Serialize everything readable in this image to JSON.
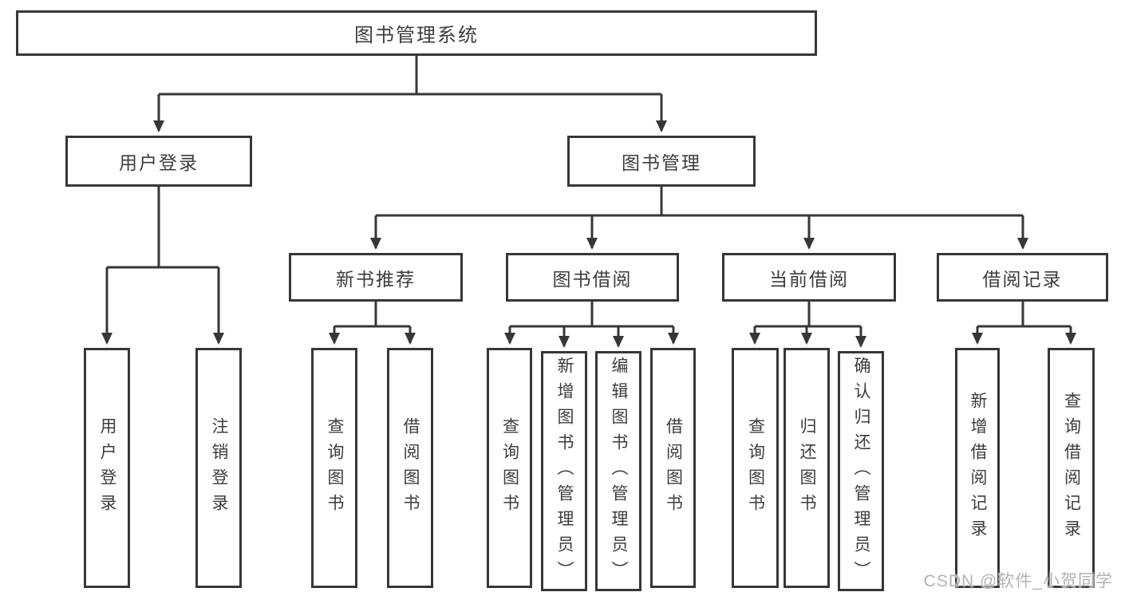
{
  "diagram": {
    "root": {
      "label": "图书管理系统"
    },
    "branches": [
      {
        "label": "用户登录",
        "leaves": [
          "用户登录",
          "注销登录"
        ]
      },
      {
        "label": "图书管理",
        "groups": [
          {
            "label": "新书推荐",
            "leaves": [
              "查询图书",
              "借阅图书"
            ]
          },
          {
            "label": "图书借阅",
            "leaves": [
              "查询图书",
              "新增图书（管理员）",
              "编辑图书（管理员）",
              "借阅图书"
            ]
          },
          {
            "label": "当前借阅",
            "leaves": [
              "查询图书",
              "归还图书",
              "确认归还（管理员）"
            ]
          },
          {
            "label": "借阅记录",
            "leaves": [
              "新增借阅记录",
              "查询借阅记录"
            ]
          }
        ]
      }
    ]
  },
  "watermark": {
    "text": "CSDN @软件_小贺同学"
  },
  "colors": {
    "line": "#373737",
    "box_border": "#373737",
    "text": "#3d3d3d",
    "watermark": "#b3b3b3",
    "background": "#ffffff"
  }
}
